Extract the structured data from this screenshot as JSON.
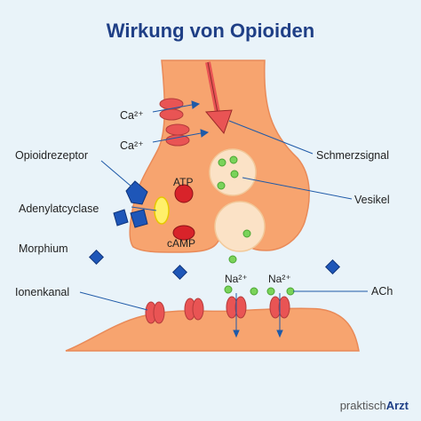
{
  "title": "Wirkung von Opioiden",
  "labels": {
    "ca_top": "Ca²⁺",
    "ca_bottom": "Ca²⁺",
    "opioidrezeptor": "Opioidrezeptor",
    "adenylatcyclase": "Adenylatcyclase",
    "morphium": "Morphium",
    "ionenkanal": "Ionenkanal",
    "atp": "ATP",
    "camp": "cAMP",
    "schmerzsignal": "Schmerzsignal",
    "vesikel": "Vesikel",
    "na_left": "Na²⁺",
    "na_right": "Na²⁺",
    "ach": "ACh"
  },
  "brand": {
    "prefix": "praktisch",
    "suffix": "Arzt"
  },
  "colors": {
    "background": "#e9f3f9",
    "neuron": "#f7a46f",
    "neuron_outline": "#e98a58",
    "channel": "#e95454",
    "receptor": "#1e56b8",
    "vesicle": "#fbe2c6",
    "transmitter": "#7ad35a",
    "title": "#1f3f86"
  }
}
